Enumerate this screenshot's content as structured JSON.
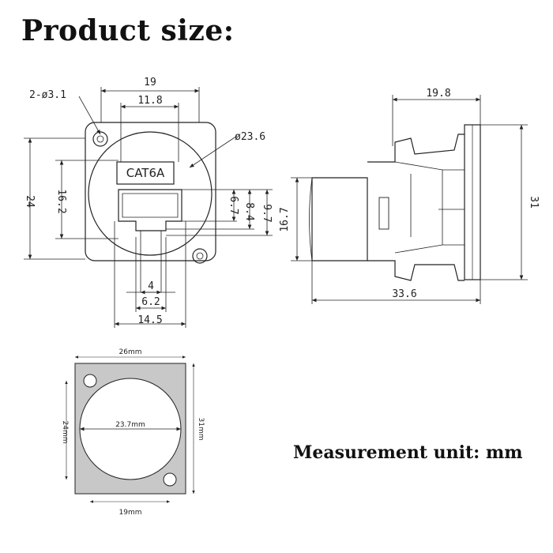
{
  "title": "Product size:",
  "unit_note": "Measurement unit: mm",
  "front_view": {
    "holes": "2-ø3.1",
    "width": "19",
    "inner_width": "11.8",
    "diameter": "ø23.6",
    "height": "24",
    "inner_height": "16.2",
    "port_label": "CAT6A",
    "d1": "6.7",
    "d2": "8.4",
    "d3": "9.7",
    "b1": "4",
    "b2": "6.2",
    "b3": "14.5"
  },
  "side_view": {
    "depth_top": "19.8",
    "height": "31",
    "body_height": "16.7",
    "length": "33.6"
  },
  "panel_cutout": {
    "width": "26mm",
    "height": "31mm",
    "inner_height": "24mm",
    "diameter": "23.7mm",
    "bottom_width": "19mm"
  }
}
